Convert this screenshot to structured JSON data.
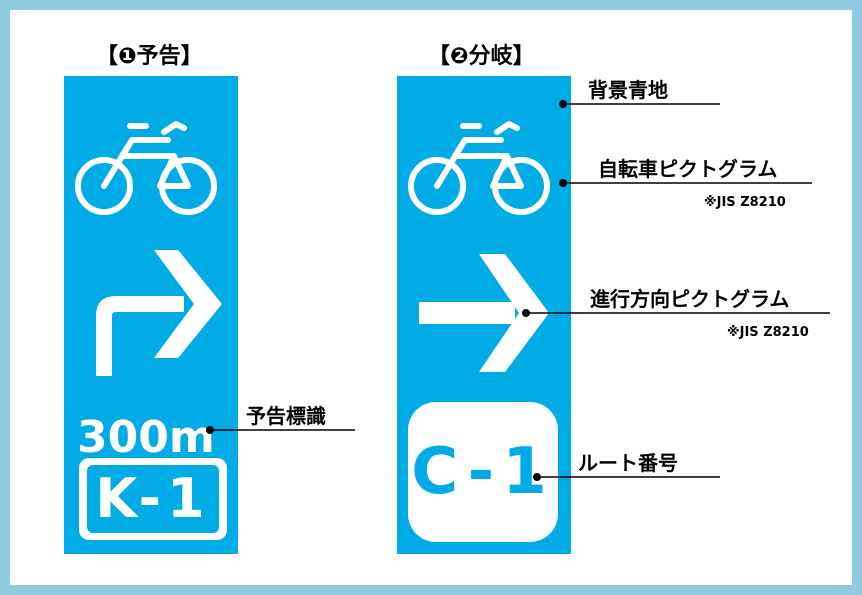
{
  "colors": {
    "sign_blue": "#00abe6",
    "frame": "#8fcbe0",
    "white": "#ffffff"
  },
  "left_panel": {
    "heading": "【❶予告】",
    "distance": "300m",
    "route_code": "K-1",
    "icons": [
      "bicycle-icon",
      "turn-right-arrow-icon"
    ]
  },
  "right_panel": {
    "heading": "【❷分岐】",
    "route_code": "C-1",
    "icons": [
      "bicycle-icon",
      "right-arrow-icon"
    ]
  },
  "annotations": {
    "background": "背景青地",
    "bicycle_pictogram": "自転車ピクトグラム",
    "bicycle_note": "※JIS Z8210",
    "direction_pictogram": "進行方向ピクトグラム",
    "direction_note": "※JIS Z8210",
    "advance_sign": "予告標識",
    "route_number": "ルート番号"
  }
}
